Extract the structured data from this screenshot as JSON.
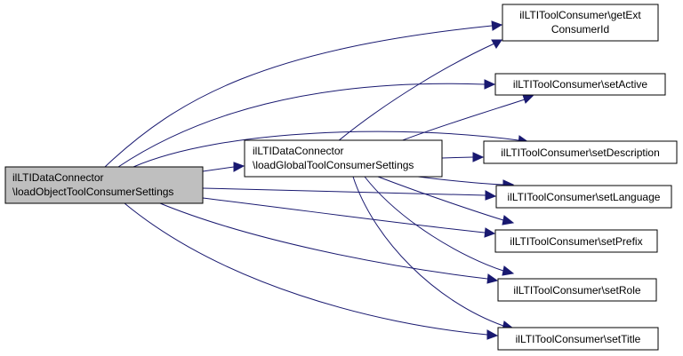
{
  "colors": {
    "edge": "#191970",
    "root_fill": "#bfbfbf",
    "node_fill": "#ffffff",
    "border": "#000000"
  },
  "nodes": {
    "root": {
      "line1": "ilLTIDataConnector",
      "line2": "\\loadObjectToolConsumerSettings"
    },
    "global": {
      "line1": "ilLTIDataConnector",
      "line2": "\\loadGlobalToolConsumerSettings"
    },
    "getExtConsumerId": {
      "line1": "ilLTIToolConsumer\\getExt",
      "line2": "ConsumerId"
    },
    "setActive": {
      "label": "ilLTIToolConsumer\\setActive"
    },
    "setDescription": {
      "label": "ilLTIToolConsumer\\setDescription"
    },
    "setLanguage": {
      "label": "ilLTIToolConsumer\\setLanguage"
    },
    "setPrefix": {
      "label": "ilLTIToolConsumer\\setPrefix"
    },
    "setRole": {
      "label": "ilLTIToolConsumer\\setRole"
    },
    "setTitle": {
      "label": "ilLTIToolConsumer\\setTitle"
    }
  }
}
